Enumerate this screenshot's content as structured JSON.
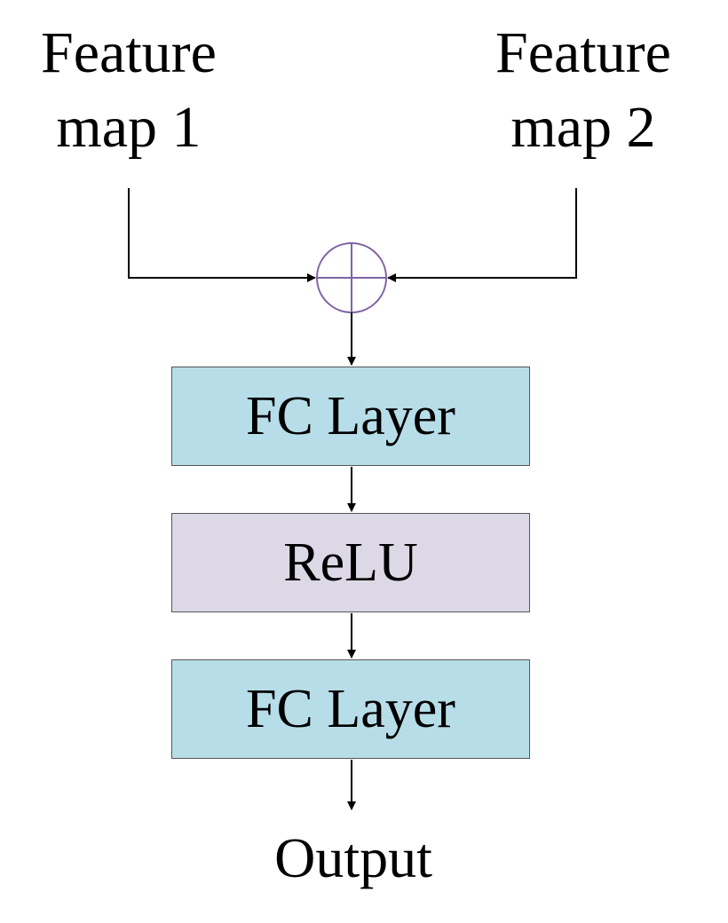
{
  "inputs": [
    {
      "label_line1": "Feature",
      "label_line2": "map 1"
    },
    {
      "label_line1": "Feature",
      "label_line2": "map 2"
    }
  ],
  "sum_node": {
    "icon": "circle-plus-icon",
    "stroke_color": "#7f63a3"
  },
  "layers": [
    {
      "label": "FC Layer",
      "fill": "#b7dde8"
    },
    {
      "label": "ReLU",
      "fill": "#ddd8e6"
    },
    {
      "label": "FC Layer",
      "fill": "#b7dde8"
    }
  ],
  "output": {
    "label": "Output"
  }
}
